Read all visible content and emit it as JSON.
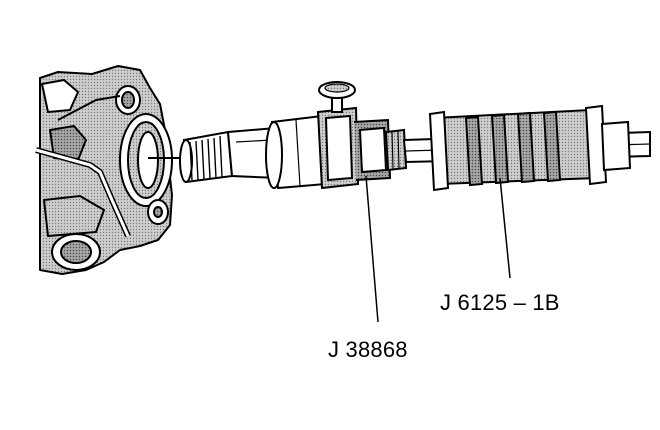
{
  "callouts": [
    {
      "id": "adapter",
      "label": "J 38868"
    },
    {
      "id": "slide-hammer",
      "label": "J 6125 – 1B"
    }
  ],
  "colors": {
    "line": "#000000",
    "shade": "#b9b9b9",
    "shade_dark": "#8f8f8f",
    "background": "#ffffff"
  }
}
